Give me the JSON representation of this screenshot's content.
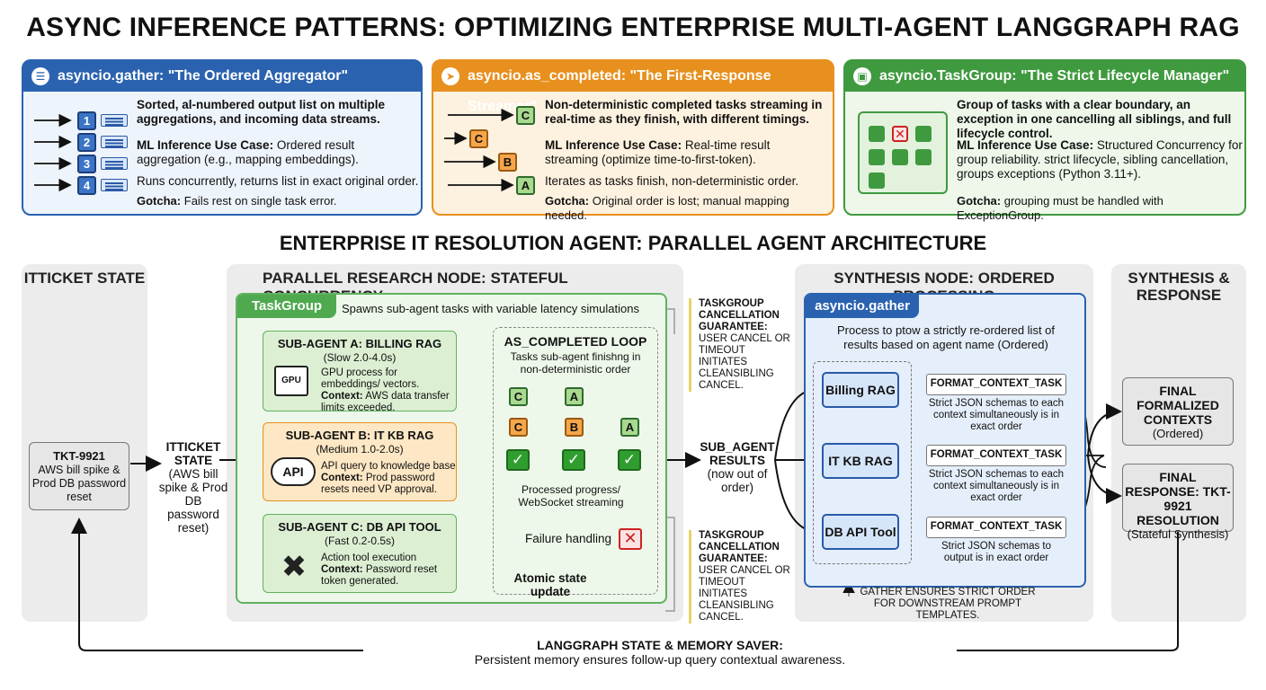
{
  "title": "ASYNC INFERENCE PATTERNS: OPTIMIZING ENTERPRISE MULTI-AGENT LANGGRAPH RAG",
  "patterns": [
    {
      "header": "asyncio.gather: \"The Ordered Aggregator\"",
      "icon": "list-icon",
      "color": "#2a62b0",
      "description": "Sorted, al-numbered output list on multiple aggregations, and incoming data streams.",
      "use_case_label": "ML Inference Use Case:",
      "use_case": "Ordered result aggregation (e.g., mapping embeddings).",
      "behavior": "Runs concurrently, returns list in exact original order.",
      "gotcha_label": "Gotcha:",
      "gotcha": "Fails rest on single task error.",
      "numbers": [
        "1",
        "2",
        "3",
        "4"
      ]
    },
    {
      "header": "asyncio.as_completed: \"The First-Response Streamer\"",
      "icon": "rocket-icon",
      "color": "#e8901e",
      "description": "Non-deterministic completed tasks streaming in real-time as they finish, with different timings.",
      "use_case_label": "ML Inference Use Case:",
      "use_case": "Real-time result streaming (optimize time-to-first-token).",
      "behavior": "Iterates as tasks finish, non-deterministic order.",
      "gotcha_label": "Gotcha:",
      "gotcha": "Original order is lost; manual mapping needed.",
      "letters": [
        "C",
        "C",
        "B",
        "A"
      ]
    },
    {
      "header": "asyncio.TaskGroup: \"The Strict Lifecycle Manager\"",
      "icon": "group-icon",
      "color": "#3f9a3f",
      "description": "Group of tasks with a clear boundary, an exception in one cancelling all siblings, and full lifecycle control.",
      "use_case_label": "ML Inference Use Case:",
      "use_case": "Structured Concurrency for group reliability. strict lifecycle, sibling cancellation, groups exceptions (Python 3.11+).",
      "gotcha_label": "Gotcha:",
      "gotcha": "grouping must be handled with ExceptionGroup."
    }
  ],
  "arch_title": "ENTERPRISE IT RESOLUTION AGENT: PARALLEL AGENT ARCHITECTURE",
  "ticket_state": {
    "title": "ITTICKET STATE",
    "ticket_id": "TKT-9921",
    "ticket_desc": "AWS bill spike & Prod DB password reset",
    "flow_label": "ITTICKET STATE",
    "flow_desc": "(AWS bill spike & Prod DB password reset)"
  },
  "research": {
    "title": "PARALLEL RESEARCH NODE: STATEFUL CONCURRENCY",
    "taskgroup_label": "TaskGroup",
    "taskgroup_desc": "Spawns sub-agent tasks with variable latency simulations",
    "sub_agents": [
      {
        "title": "SUB-AGENT A: BILLING RAG",
        "latency": "(Slow 2.0-4.0s)",
        "icon_label": "GPU",
        "desc": "GPU process for embeddings/ vectors.",
        "context_label": "Context:",
        "context": "AWS data transfer limits exceeded."
      },
      {
        "title": "SUB-AGENT B: IT KB RAG",
        "latency": "(Medium 1.0-2.0s)",
        "icon_label": "API",
        "desc": "API query to knowledge base",
        "context_label": "Context:",
        "context": "Prod password resets need VP approval."
      },
      {
        "title": "SUB-AGENT C: DB API TOOL",
        "latency": "(Fast 0.2-0.5s)",
        "desc": "Action tool execution",
        "context_label": "Context:",
        "context": "Password reset token generated."
      }
    ],
    "loop": {
      "title": "AS_COMPLETED LOOP",
      "desc": "Tasks sub-agent finishng in non-deterministic order",
      "row1": [
        "C",
        "A"
      ],
      "row2": [
        "C",
        "B",
        "A"
      ],
      "progress": "Processed progress/ WebSocket streaming",
      "failure": "Failure handling",
      "atomic": "Atomic state update"
    },
    "guarantee_title": "TASKGROUP CANCELLATION GUARANTEE:",
    "guarantee_body": "USER CANCEL OR TIMEOUT INITIATES CLEANSIBLING CANCEL."
  },
  "sub_results": {
    "label": "SUB_AGENT RESULTS",
    "desc": "(now out of order)"
  },
  "synthesis": {
    "title": "SYNTHESIS NODE: ORDERED PROCESSING",
    "gather_label": "asyncio.gather",
    "gather_desc": "Process to ptow a strictly re-ordered list of results based on agent name (Ordered)",
    "agents": [
      "Billing RAG",
      "IT KB RAG",
      "DB API Tool"
    ],
    "format_label": "FORMAT_CONTEXT_TASK",
    "format_descs": [
      "Strict JSON schemas to each context simultaneously is in exact order",
      "Strict JSON schemas to each context simultaneously is in exact order",
      "Strict JSON schemas to output is in exact order"
    ],
    "note": "GATHER ENSURES STRICT ORDER FOR DOWNSTREAM PROMPT TEMPLATES."
  },
  "response": {
    "title": "SYNTHESIS & RESPONSE",
    "final_contexts": "FINAL FORMALIZED CONTEXTS",
    "final_contexts_sub": "(Ordered)",
    "final_response": "FINAL RESPONSE: TKT-9921 RESOLUTION",
    "final_response_sub": "(Stateful Synthesis)"
  },
  "memory": {
    "title": "LANGGRAPH STATE & MEMORY SAVER:",
    "desc": "Persistent memory ensures follow-up query contextual awareness."
  }
}
